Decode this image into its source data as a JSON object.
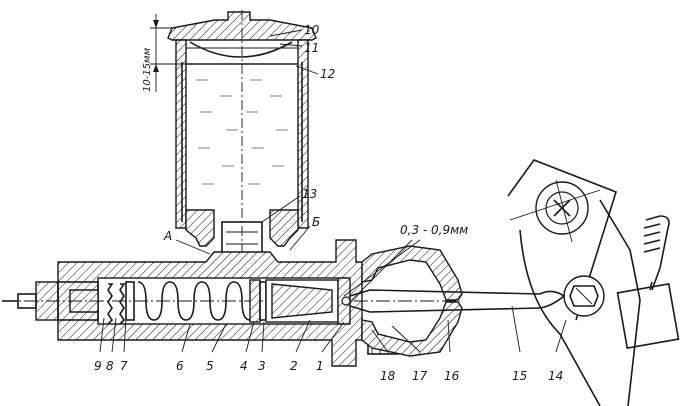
{
  "figure": {
    "dimension_top": "10-15мм",
    "clearance": "0,3 - 0,9мм",
    "letter_a": "А",
    "letter_b": "Б",
    "callouts": [
      "1",
      "2",
      "3",
      "4",
      "5",
      "6",
      "7",
      "8",
      "9",
      "10",
      "11",
      "12",
      "13",
      "14",
      "15",
      "16",
      "17",
      "18"
    ]
  }
}
